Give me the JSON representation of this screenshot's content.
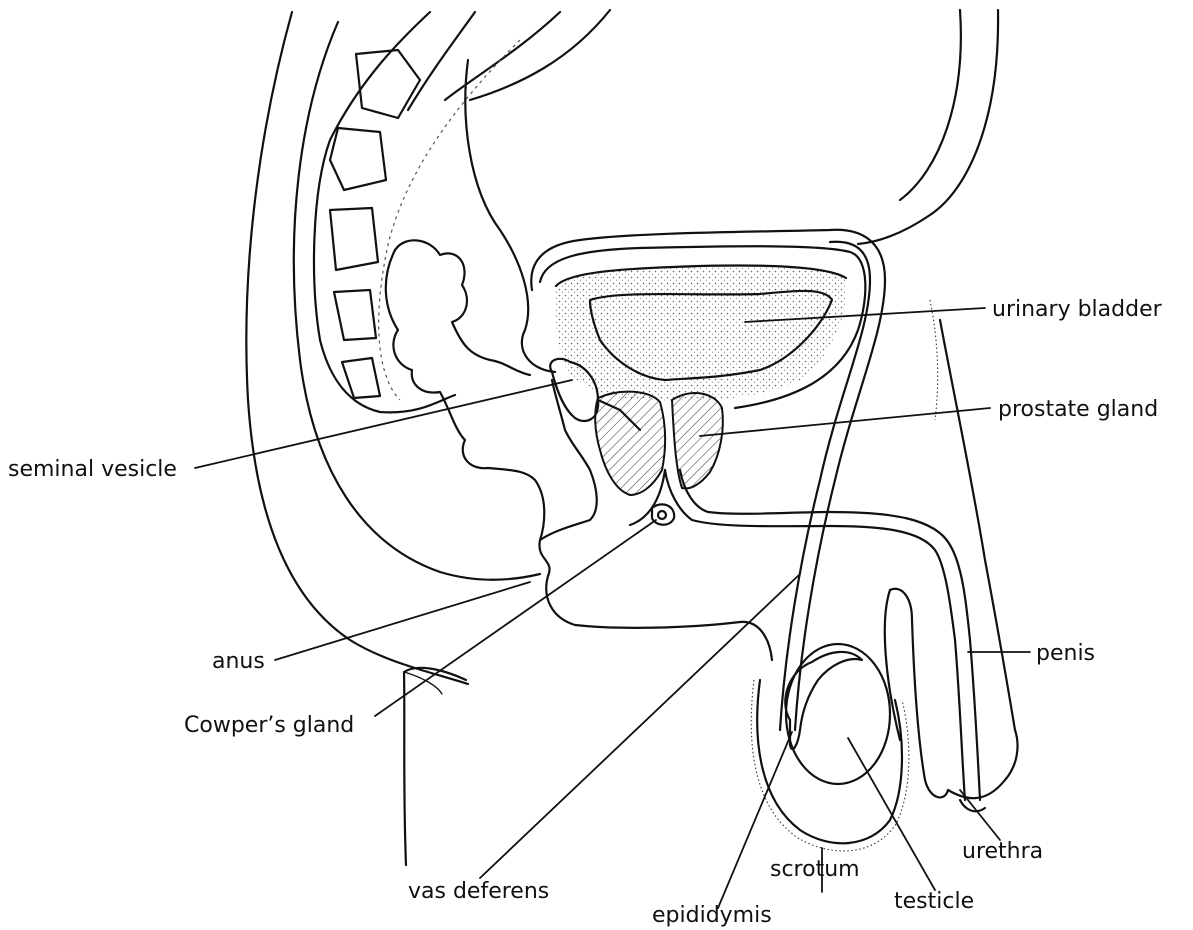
{
  "labels": {
    "urinary_bladder": "urinary bladder",
    "prostate_gland": "prostate gland",
    "seminal_vesicle": "seminal vesicle",
    "penis": "penis",
    "anus": "anus",
    "cowpers_gland": "Cowper’s gland",
    "urethra": "urethra",
    "vas_deferens": "vas deferens",
    "scrotum": "scrotum",
    "testicle": "testicle",
    "epididymis": "epididymis"
  }
}
